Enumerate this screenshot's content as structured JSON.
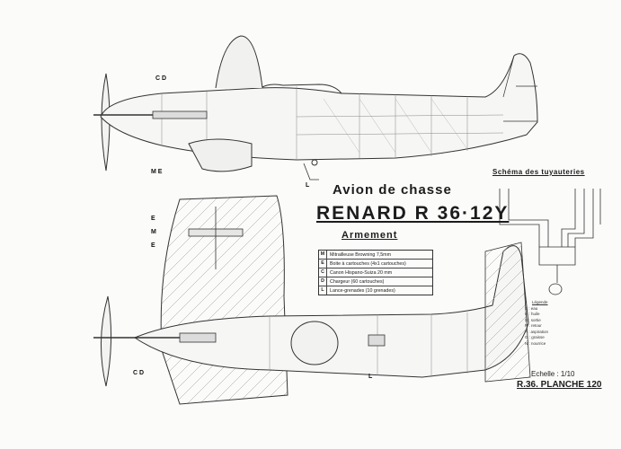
{
  "sheet": {
    "title_line1": "Avion de chasse",
    "title_line2": "RENARD R 36·12Y",
    "section_title": "Armement",
    "schema_title": "Schéma des tuyauteries",
    "scale_text": "Echelle : 1/10",
    "plate_text": "R.36. PLANCHE 120"
  },
  "armament_legend": [
    {
      "key": "M",
      "label": "Mitrailleuse Browning 7,5mm"
    },
    {
      "key": "E",
      "label": "Boite à cartouches (4x1 cartouches)"
    },
    {
      "key": "C",
      "label": "Canon Hispano-Suiza 20 mm"
    },
    {
      "key": "D",
      "label": "Chargeur (60 cartouches)"
    },
    {
      "key": "L",
      "label": "Lance-grenades (10 grenades)"
    }
  ],
  "piping_legend": {
    "header": "Légende",
    "items": [
      "E : eau",
      "H : huile",
      "S : sortie",
      "R : retour",
      "A : aspiration",
      "G : graisse",
      "N : nourrice"
    ]
  },
  "callouts": {
    "side_cd": "C  D",
    "side_me": "M  E",
    "side_l": "L",
    "top_e1": "E",
    "top_m": "M",
    "top_e2": "E",
    "plan_cd": "C  D",
    "plan_l": "L"
  }
}
